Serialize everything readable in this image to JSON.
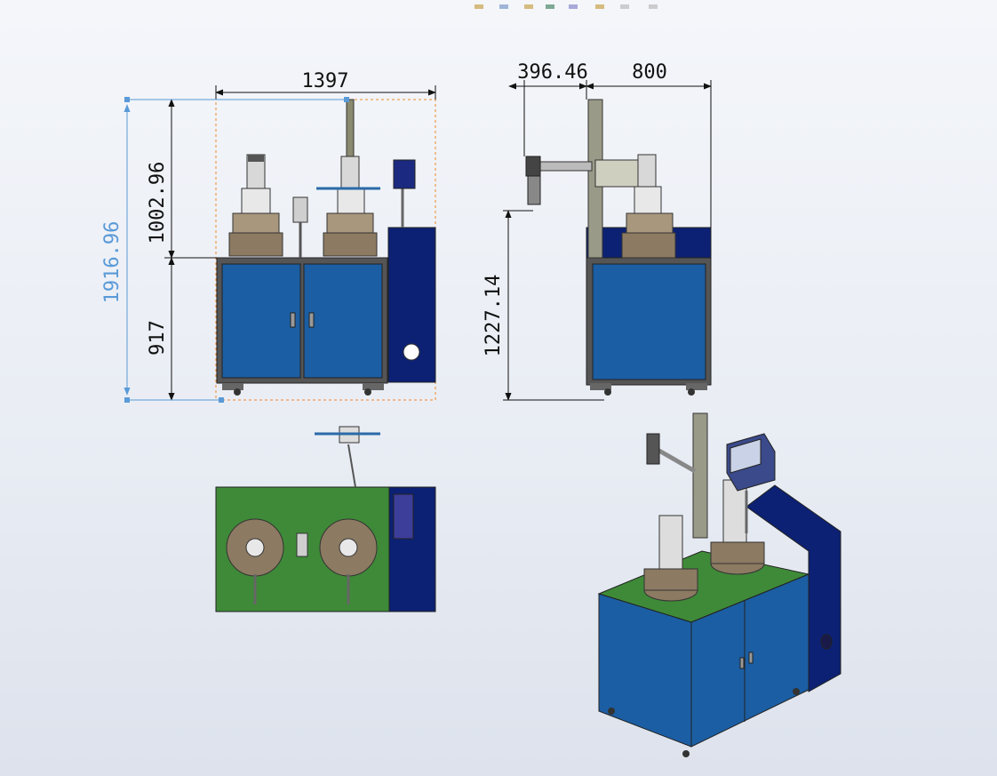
{
  "dimensions": {
    "front_width": "1397",
    "front_upper_height": "1002.96",
    "front_total_height": "1916.96",
    "front_lower_height": "917",
    "side_offset": "396.46",
    "side_depth": "800",
    "side_arm_height": "1227.14"
  },
  "colors": {
    "cabinet_blue": "#1b5ea3",
    "panel_navy": "#0c2173",
    "table_green": "#3f8a38",
    "frame_gray": "#5a5a5a",
    "vessel_brown": "#8c7a62",
    "dim_line": "#111111",
    "selected_dim": "#5a9ad8",
    "selection_box": "#f08a2a"
  },
  "views": [
    "front-view",
    "side-view",
    "top-view",
    "isometric-view"
  ]
}
